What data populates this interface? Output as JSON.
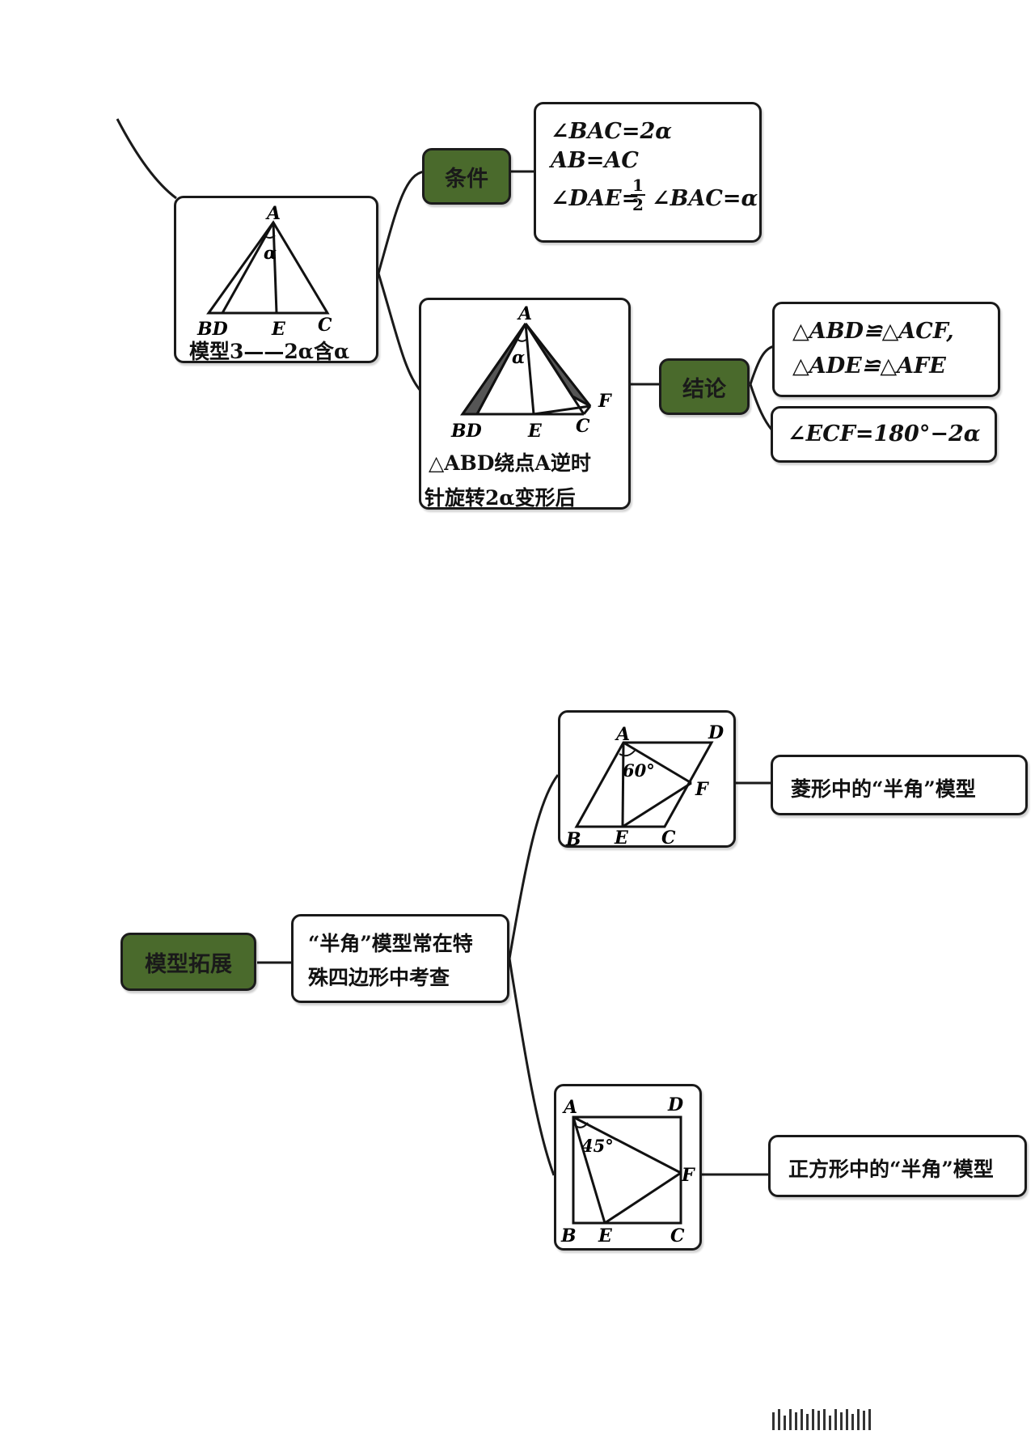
{
  "model3": {
    "title": "模型3——2α含α",
    "figure_labels": {
      "A": "A",
      "BD": "BD",
      "E": "E",
      "C": "C",
      "alpha": "α"
    }
  },
  "condition": {
    "tag": "条件",
    "line1": "∠BAC=2α",
    "line2": "AB=AC",
    "line3_left": "∠DAE=",
    "frac_num": "1",
    "frac_den": "2",
    "line3_right": "∠BAC=α"
  },
  "transform": {
    "line1": "△ABD绕点A逆时",
    "line2": "针旋转2α变形后",
    "figure_labels": {
      "A": "A",
      "BD": "BD",
      "E": "E",
      "C": "C",
      "F": "F",
      "alpha": "α"
    }
  },
  "conclusion": {
    "tag": "结论",
    "line1": "△ABD≌△ACF,",
    "line2": "△ADE≌△AFE",
    "line3": "∠ECF=180°−2α"
  },
  "extension": {
    "tag": "模型拓展",
    "desc_line1": "“半角”模型常在特",
    "desc_line2": "殊四边形中考查"
  },
  "rhombus": {
    "label": "菱形中的“半角”模型",
    "figure_labels": {
      "A": "A",
      "D": "D",
      "B": "B",
      "E": "E",
      "C": "C",
      "F": "F",
      "angle": "60°"
    }
  },
  "square": {
    "label": "正方形中的“半角”模型",
    "figure_labels": {
      "A": "A",
      "D": "D",
      "B": "B",
      "E": "E",
      "C": "C",
      "F": "F",
      "angle": "45°"
    }
  }
}
